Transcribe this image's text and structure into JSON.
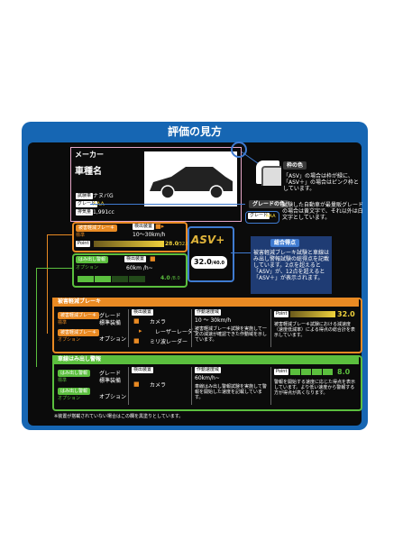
{
  "title": "評価の見方",
  "spec": {
    "maker": "メーカー",
    "car_name": "車種名",
    "row_model_tag": "試験車",
    "row_model": "ナヌバG",
    "row_grade_tag": "グレード",
    "row_grade": "AAA",
    "row_cc_tag": "排気量",
    "row_cc": "1,991cc"
  },
  "frame_note": {
    "title": "枠の色",
    "text": "「ASV」の場合は枠が緑に、「ASV＋」の場合はピンク枠としています。"
  },
  "grade_note": {
    "title": "グレードの色",
    "tag": "グレード",
    "tag_value": "AAA",
    "text": "試験した自動車が最量販グレードの場合は黄文字で、それ以外は白文字としています。"
  },
  "total_note": {
    "title": "総合得点",
    "text": "被害軽減ブレーキ試験と車線はみ出し警報試験の総得点を記載しています。2点を超えると「ASV」が、12点を超えると「ASV＋」が表示されます。"
  },
  "summary": {
    "brake_label": "被害軽減ブレーキ",
    "brake_badge": "標準",
    "brake_detect_tag": "検出装置",
    "brake_speed": "10～30km/h",
    "brake_score": "28.0",
    "brake_max": "/32.0",
    "lane_label": "はみ出し警報",
    "lane_badge": "オプション",
    "lane_detect_tag": "検出装置",
    "lane_speed": "60km /h~",
    "lane_score": "4.0",
    "lane_max": "/8.0",
    "points_tag": "Point",
    "asv_logo": "ASV",
    "asv_plus": "+",
    "total_score": "32.0",
    "total_max": "/40.0"
  },
  "brake_section": {
    "header": "被害軽減ブレーキ",
    "chip1": "被害軽減ブレーキ",
    "chip1_badge": "標準",
    "chip2": "被害軽減ブレーキ",
    "chip2_badge": "オプション",
    "grade_label": "グレード",
    "std_label": "標準装備",
    "opt_label": "オプション",
    "detect_tag": "検出装置",
    "sensor_camera": "カメラ",
    "sensor_laser": "レーザーレーダー",
    "sensor_mm": "ミリ波レーダー",
    "speed_tag": "作動速度域",
    "speed_value": "10 ～ 30km/h",
    "speed_text": "被害軽減ブレーキ試験を実施して一定の減速が確認できた作動域を示しています。",
    "points_tag": "Point",
    "score": "32.0",
    "score_text": "被害軽減ブレーキ試験における減速度（速度低減率）による得点の総合計を表示しています。"
  },
  "lane_section": {
    "header": "車線はみ出し警報",
    "chip1": "はみ出し警報",
    "chip1_badge": "標準",
    "chip2": "はみ出し警報",
    "chip2_badge": "オプション",
    "grade_label": "グレード",
    "std_label": "標準装備",
    "opt_label": "オプション",
    "detect_tag": "検出装置",
    "sensor_camera": "カメラ",
    "speed_tag": "作動速度域",
    "speed_value": "60km/h~",
    "speed_text": "車線はみ出し警報試験を実施して警報を開始した速度を記載しています。",
    "points_tag": "Point",
    "score": "8.0",
    "score_text": "警報を開始する速度に応じた得点を表示しています。より低い速度から警報する方が得点が高くなります。"
  },
  "footnote": "※装置が搭載されていない場合はこの欄を黒塗りとしています。",
  "colors": {
    "panel_blue": "#1666b3",
    "orange": "#e98a23",
    "green": "#5bbf3e",
    "pink": "#e7a7c8",
    "yellow": "#f0d23c"
  }
}
